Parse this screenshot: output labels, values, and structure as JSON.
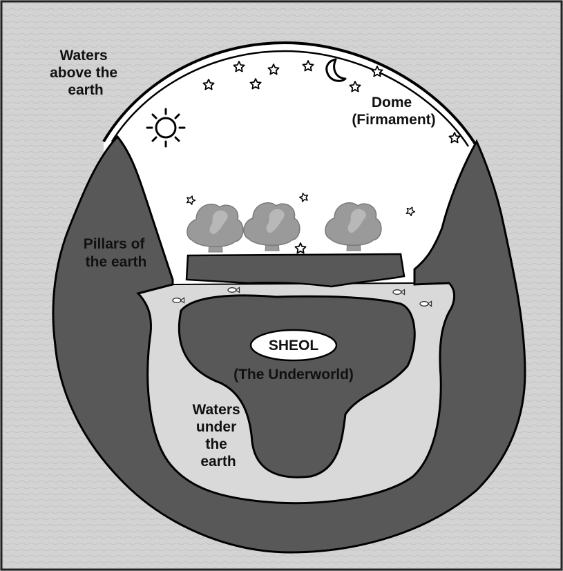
{
  "labels": {
    "waters_above": [
      "Waters",
      "above the",
      "earth"
    ],
    "dome": [
      "Dome",
      "(Firmament)"
    ],
    "pillars": [
      "Pillars of",
      "the earth"
    ],
    "sheol": "SHEOL",
    "underworld": "(The Underworld)",
    "waters_under": [
      "Waters",
      "under",
      "the",
      "earth"
    ]
  },
  "colors": {
    "background_texture": "#d3d3d3",
    "earth_dark": "#585858",
    "water_light": "#d9d9d9",
    "trees": "#9a9a9a",
    "sky": "#ffffff",
    "outline": "#000000"
  },
  "icons": [
    "sun-icon",
    "moon-icon",
    "star-icon",
    "tree-icon",
    "fish-icon"
  ]
}
